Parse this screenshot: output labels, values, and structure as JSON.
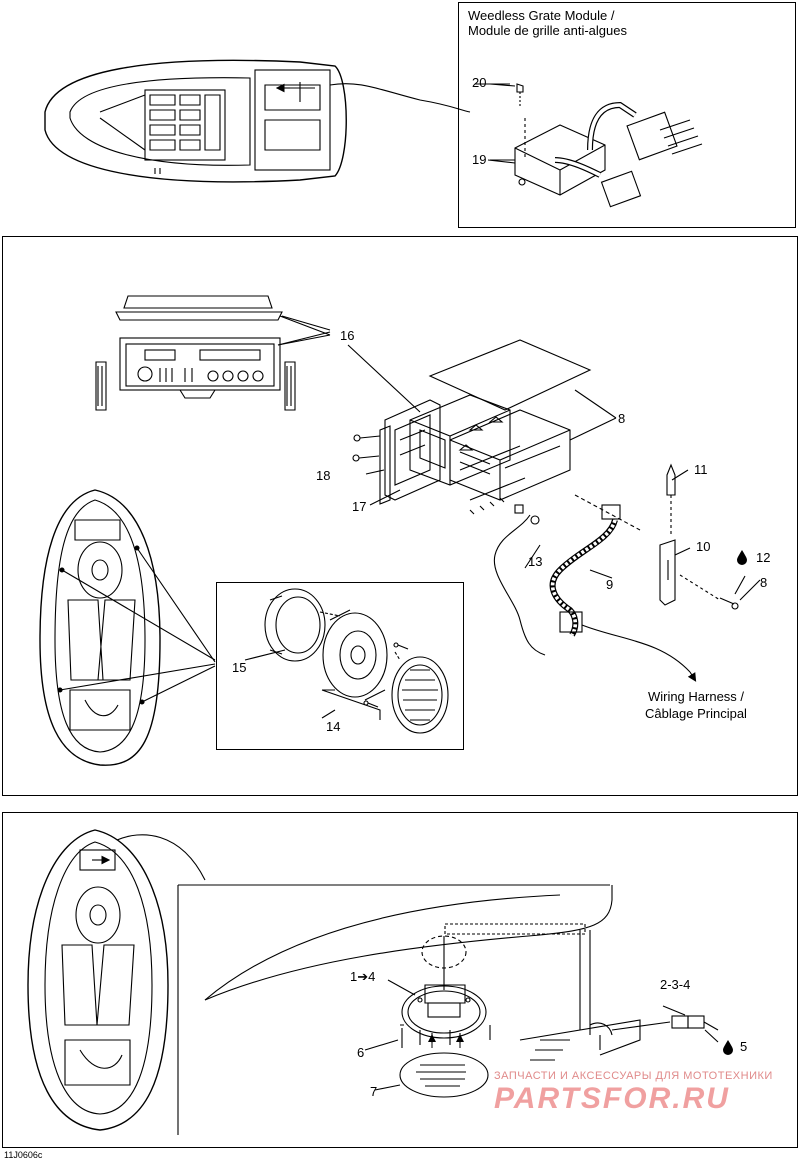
{
  "insets": {
    "weedless": {
      "title_en": "Weedless Grate Module /",
      "title_fr": "Module de grille anti-algues"
    }
  },
  "callouts": {
    "c20": "20",
    "c19": "19",
    "c16": "16",
    "c8a": "8",
    "c18": "18",
    "c17": "17",
    "c11": "11",
    "c10": "10",
    "c12": "12",
    "c8b": "8",
    "c13": "13",
    "c9": "9",
    "c15": "15",
    "c14": "14",
    "c1_4": "1➔4",
    "c2_3_4": "2-3-4",
    "c6": "6",
    "c7": "7",
    "c5": "5"
  },
  "wiring": {
    "line1": "Wiring Harness /",
    "line2": "Câblage Principal"
  },
  "diagram_code": "11J0606c",
  "watermark": {
    "top": "ЗАПЧАСТИ И АКСЕССУАРЫ ДЛЯ МОТОТЕХНИКИ",
    "logo": "PARTSFOR.RU"
  },
  "icons": {
    "drop": "oil-drop-icon",
    "arrow": "arrow-icon"
  }
}
